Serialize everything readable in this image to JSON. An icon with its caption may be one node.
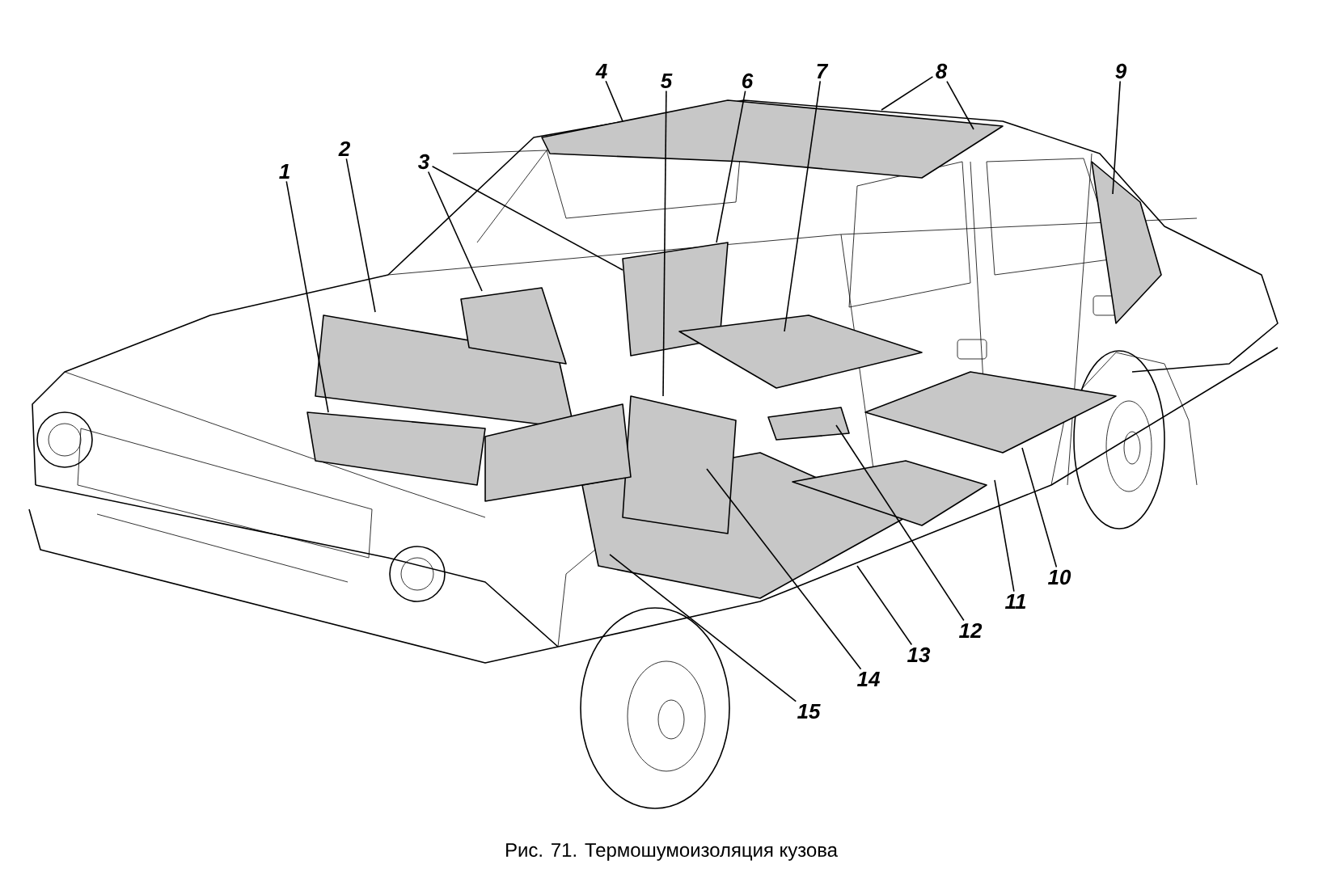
{
  "diagram": {
    "caption": "Рис. 71. Термошумоизоляция кузова",
    "nodes": [
      {
        "text": [
          "1"
        ]
      },
      {
        "text": [
          "2"
        ]
      },
      {
        "text": [
          "3"
        ]
      },
      {
        "text": [
          "4"
        ]
      },
      {
        "text": [
          "5"
        ]
      },
      {
        "text": [
          "6"
        ]
      },
      {
        "text": [
          "7"
        ]
      },
      {
        "text": [
          "8"
        ]
      },
      {
        "text": [
          "9"
        ]
      },
      {
        "text": [
          "10"
        ]
      },
      {
        "text": [
          "11"
        ]
      },
      {
        "text": [
          "12"
        ]
      },
      {
        "text": [
          "13"
        ]
      },
      {
        "text": [
          "14"
        ]
      },
      {
        "text": [
          "15"
        ]
      }
    ],
    "edges": [
      {
        "from": 0,
        "to": null,
        "arrow": "none"
      },
      {
        "from": 1,
        "to": null,
        "arrow": "none"
      },
      {
        "from": 2,
        "to": null,
        "arrow": "none"
      },
      {
        "from": 2,
        "to": null,
        "arrow": "none"
      },
      {
        "from": 3,
        "to": null,
        "arrow": "none"
      },
      {
        "from": 4,
        "to": null,
        "arrow": "none"
      },
      {
        "from": 5,
        "to": null,
        "arrow": "none"
      },
      {
        "from": 6,
        "to": null,
        "arrow": "none"
      },
      {
        "from": 7,
        "to": null,
        "arrow": "none"
      },
      {
        "from": 7,
        "to": null,
        "arrow": "none"
      },
      {
        "from": 8,
        "to": null,
        "arrow": "none"
      },
      {
        "from": 9,
        "to": null,
        "arrow": "none"
      },
      {
        "from": 10,
        "to": null,
        "arrow": "none"
      },
      {
        "from": 11,
        "to": null,
        "arrow": "none"
      },
      {
        "from": 12,
        "to": null,
        "arrow": "none"
      },
      {
        "from": 13,
        "to": null,
        "arrow": "none"
      },
      {
        "from": 14,
        "to": null,
        "arrow": "none"
      }
    ]
  }
}
